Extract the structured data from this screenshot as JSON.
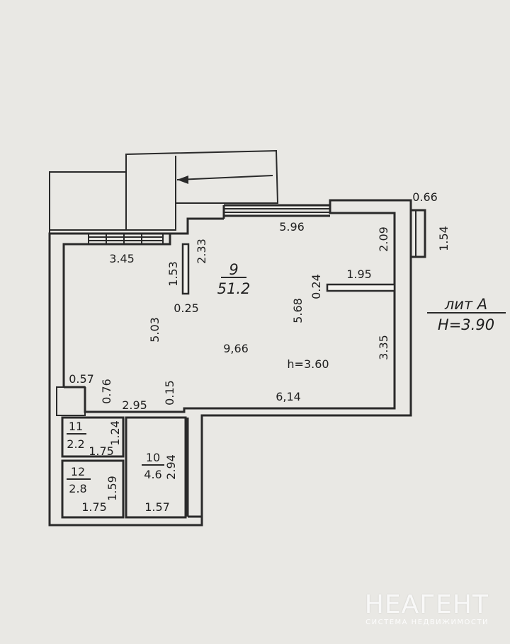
{
  "plan": {
    "rooms": [
      {
        "number": "9",
        "area": "51.2"
      },
      {
        "number": "11",
        "area": "2.2"
      },
      {
        "number": "12",
        "area": "2.8"
      },
      {
        "number": "10",
        "area": "4.6"
      }
    ],
    "dimensions": {
      "d_0_66": "0.66",
      "d_5_96": "5.96",
      "d_1_54": "1.54",
      "d_2_09": "2.09",
      "d_3_45": "3.45",
      "d_2_33": "2.33",
      "d_1_53": "1.53",
      "d_0_24": "0.24",
      "d_1_95": "1.95",
      "d_0_25": "0.25",
      "d_5_03": "5.03",
      "d_5_68": "5.68",
      "d_9_66": "9,66",
      "d_3_35": "3.35",
      "d_0_57": "0.57",
      "d_0_76": "0.76",
      "d_0_15": "0.15",
      "d_2_95": "2.95",
      "d_6_14": "6,14",
      "d_1_24": "1.24",
      "d_1_75_a": "1.75",
      "d_2_94": "2.94",
      "d_1_59": "1.59",
      "d_1_75_b": "1.75",
      "d_1_57": "1.57"
    },
    "ceiling_height": "h=3.60",
    "building_letter": "лит А",
    "building_height": "Н=3.90"
  },
  "watermark": {
    "name": "НЕАГЕНТ",
    "tagline": "СИСТЕМА НЕДВИЖИМОСТИ"
  },
  "colors": {
    "paper": "#e9e8e4",
    "ink": "#2a2a2a"
  }
}
